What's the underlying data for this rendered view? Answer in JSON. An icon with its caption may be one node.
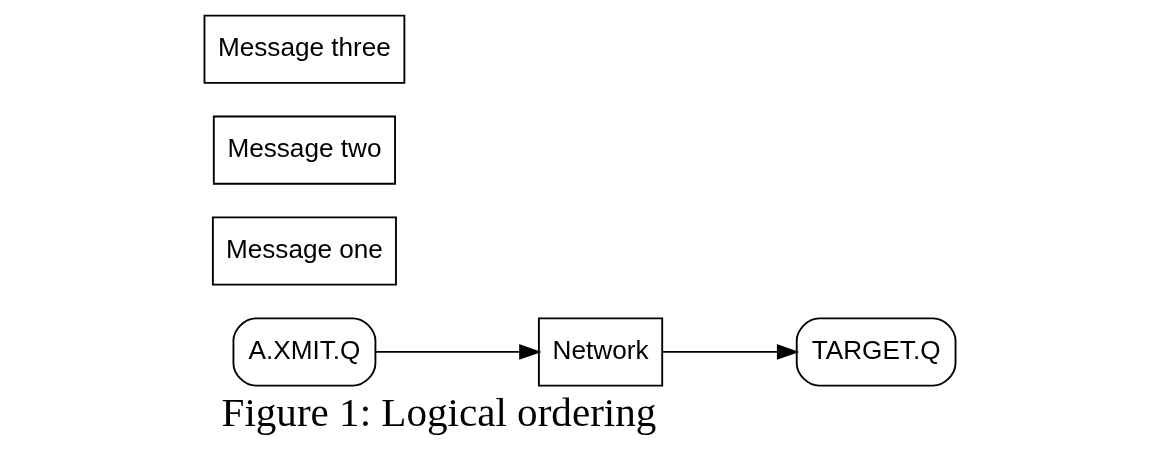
{
  "diagram": {
    "caption": "Figure 1: Logical ordering",
    "nodes": [
      {
        "text": [
          "Message three"
        ]
      },
      {
        "text": [
          "Message two"
        ]
      },
      {
        "text": [
          "Message one"
        ]
      },
      {
        "text": [
          "A.XMIT.Q"
        ]
      },
      {
        "text": [
          "Network"
        ]
      },
      {
        "text": [
          "TARGET.Q"
        ]
      }
    ],
    "edges": [
      {
        "from": 3,
        "to": 4,
        "arrow": "to"
      },
      {
        "from": 4,
        "to": 5,
        "arrow": "to"
      }
    ]
  }
}
